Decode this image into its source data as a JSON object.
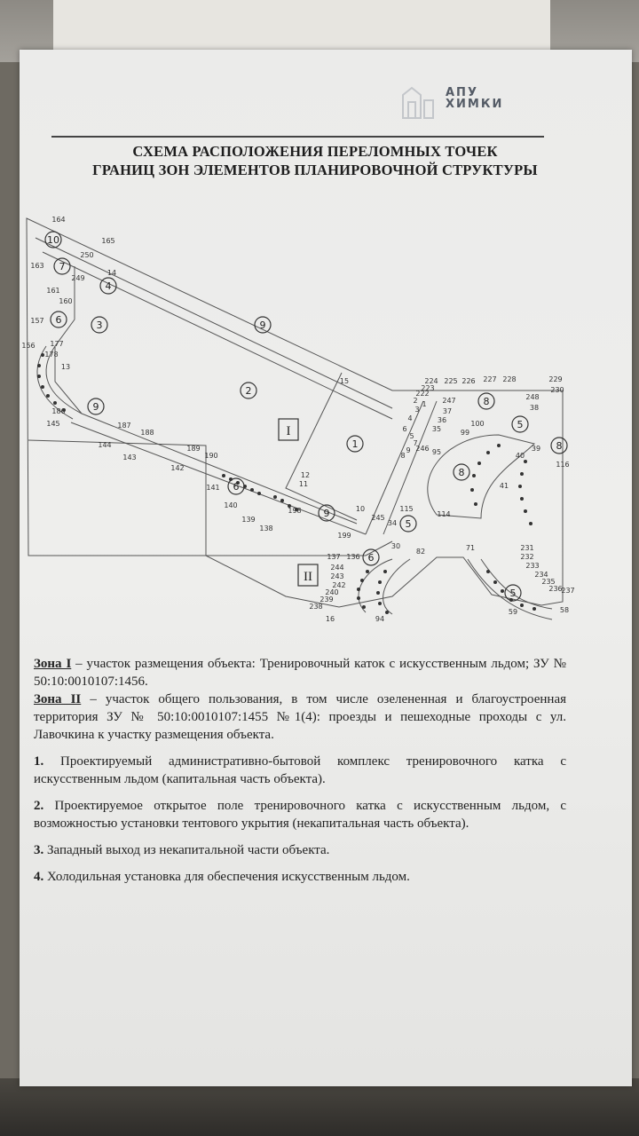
{
  "logo": {
    "line1": "АПУ",
    "line2": "ХИМКИ"
  },
  "title": {
    "line1": "СХЕМА РАСПОЛОЖЕНИЯ ПЕРЕЛОМНЫХ ТОЧЕК",
    "line2": "ГРАНИЦ ЗОН ЭЛЕМЕНТОВ ПЛАНИРОВОЧНОЙ СТРУКТУРЫ"
  },
  "map": {
    "zone_labels": [
      "I",
      "II"
    ],
    "area_numbers": [
      "1",
      "2",
      "3",
      "4",
      "5",
      "6",
      "7",
      "8",
      "9",
      "10"
    ],
    "point_numbers": [
      "164",
      "165",
      "250",
      "14",
      "249",
      "163",
      "161",
      "160",
      "157",
      "156",
      "177",
      "178",
      "13",
      "186",
      "145",
      "15",
      "224",
      "225",
      "226",
      "227",
      "228",
      "229",
      "230",
      "248",
      "38",
      "247",
      "37",
      "36",
      "35",
      "100",
      "99",
      "95",
      "246",
      "116",
      "39",
      "40",
      "41",
      "115",
      "114",
      "245",
      "34",
      "30",
      "82",
      "71",
      "231",
      "232",
      "233",
      "234",
      "235",
      "236",
      "237",
      "58",
      "59",
      "94",
      "16",
      "238",
      "239",
      "240",
      "244",
      "243",
      "242",
      "137",
      "136",
      "199",
      "198",
      "138",
      "139",
      "140",
      "141",
      "142",
      "143",
      "144",
      "187",
      "188",
      "189",
      "190",
      "12",
      "11",
      "10",
      "9",
      "8",
      "7",
      "6",
      "5",
      "4",
      "3",
      "2",
      "1",
      "222",
      "223"
    ]
  },
  "zones": {
    "zone1": {
      "label": "Зона I",
      "text": " – участок размещения объекта: Тренировочный каток с искусственным льдом; ЗУ № 50:10:0010107:1456."
    },
    "zone2": {
      "label": "Зона II",
      "text": " – участок общего пользования, в том числе озелененная и благоустроенная территория ЗУ № 50:10:0010107:1455 №1(4): проезды и пешеходные проходы с ул. Лавочкина к участку размещения объекта."
    }
  },
  "items": [
    {
      "num": "1.",
      "text": " Проектируемый административно-бытовой комплекс тренировочного катка с искусственным льдом (капитальная часть объекта)."
    },
    {
      "num": "2.",
      "text": " Проектируемое открытое поле тренировочного катка с искусственным льдом, с возможностью установки тентового укрытия (некапитальная часть объекта)."
    },
    {
      "num": "3.",
      "text": " Западный выход из некапитальной части объекта."
    },
    {
      "num": "4.",
      "text": " Холодильная установка для обеспечения искусственным льдом."
    }
  ]
}
